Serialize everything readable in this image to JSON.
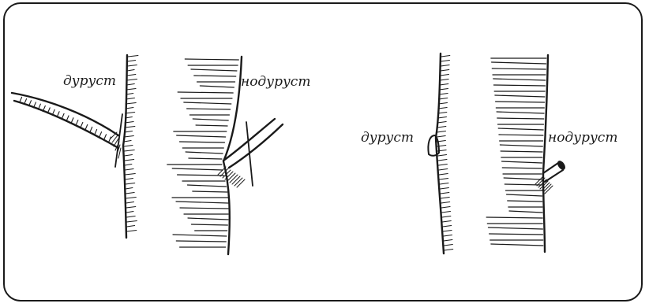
{
  "labels": {
    "correct_1": "дуруст",
    "wrong_1": "нодуруст",
    "correct_2": "дуруст",
    "wrong_2": "нодуруст"
  },
  "colors": {
    "ink": "#1a1a1a",
    "background": "#ffffff"
  }
}
